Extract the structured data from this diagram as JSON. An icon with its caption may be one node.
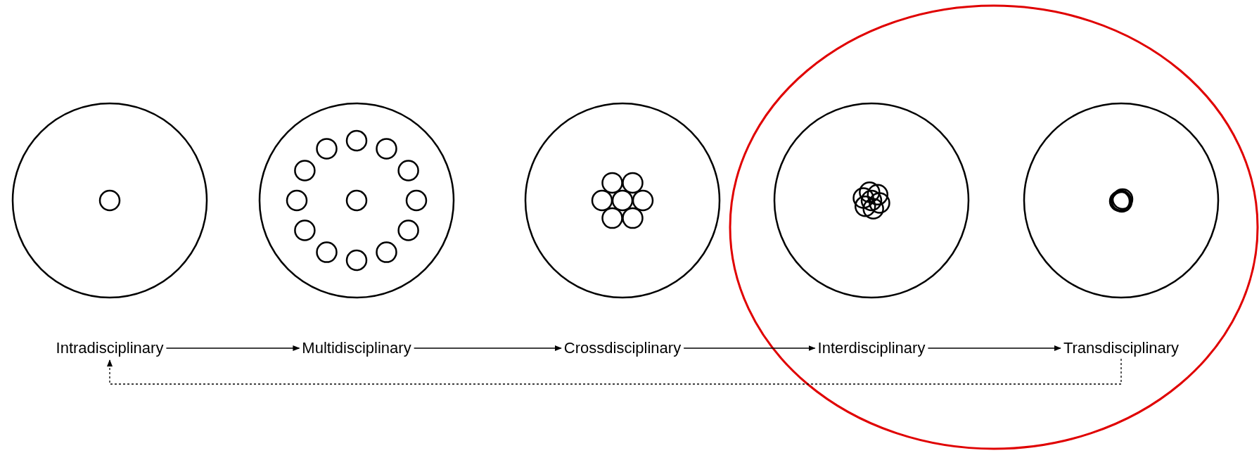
{
  "diagram": {
    "nodes": [
      {
        "text": [
          "Intradisciplinary"
        ]
      },
      {
        "text": [
          "Multidisciplinary"
        ]
      },
      {
        "text": [
          "Crossdisciplinary"
        ]
      },
      {
        "text": [
          "Interdisciplinary"
        ]
      },
      {
        "text": [
          "Transdisciplinary"
        ]
      }
    ],
    "edges": [
      {
        "from": 0,
        "to": 1,
        "arrow": "to"
      },
      {
        "from": 1,
        "to": 2,
        "arrow": "to"
      },
      {
        "from": 2,
        "to": 3,
        "arrow": "to"
      },
      {
        "from": 3,
        "to": 4,
        "arrow": "to"
      },
      {
        "from": 4,
        "to": 0,
        "arrow": "to",
        "style": "dashed"
      }
    ]
  }
}
